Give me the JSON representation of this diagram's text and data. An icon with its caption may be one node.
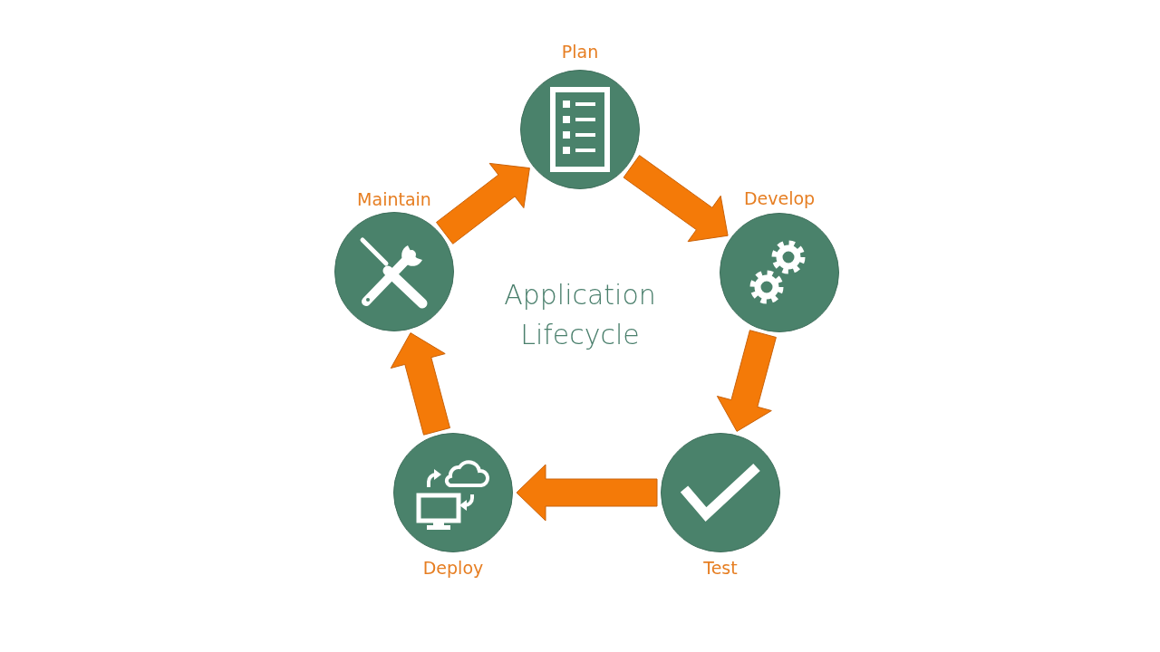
{
  "diagram": {
    "title": "Application Lifecycle",
    "nodes": [
      {
        "text": [
          "Plan"
        ]
      },
      {
        "text": [
          "Develop"
        ]
      },
      {
        "text": [
          "Test"
        ]
      },
      {
        "text": [
          "Deploy"
        ]
      },
      {
        "text": [
          "Maintain"
        ]
      }
    ],
    "edges": [
      {
        "from": 0,
        "to": 1,
        "arrow": "to"
      },
      {
        "from": 1,
        "to": 2,
        "arrow": "to"
      },
      {
        "from": 2,
        "to": 3,
        "arrow": "to"
      },
      {
        "from": 3,
        "to": 4,
        "arrow": "to"
      },
      {
        "from": 4,
        "to": 0,
        "arrow": "to"
      }
    ]
  }
}
